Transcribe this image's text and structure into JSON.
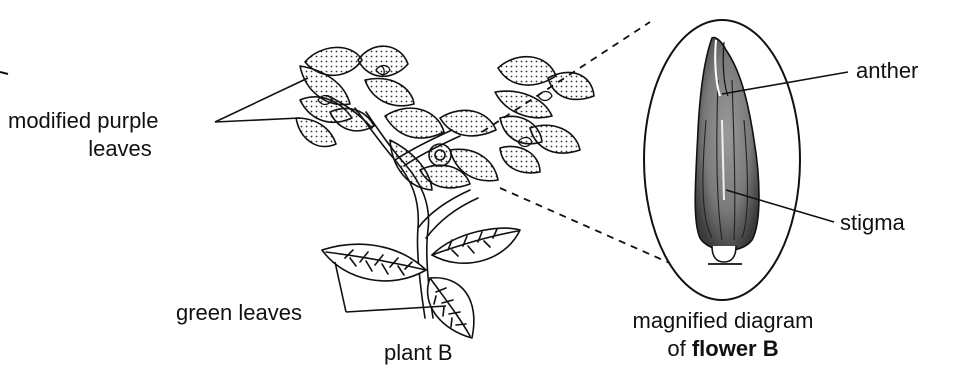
{
  "labels": {
    "modified_purple_leaves_1": "modified purple",
    "modified_purple_leaves_2": "leaves",
    "green_leaves": "green leaves",
    "plant_b": "plant B",
    "anther": "anther",
    "stigma": "stigma",
    "magnified_1": "magnified diagram",
    "magnified_2_prefix": "of ",
    "magnified_2_bold": "flower B"
  }
}
